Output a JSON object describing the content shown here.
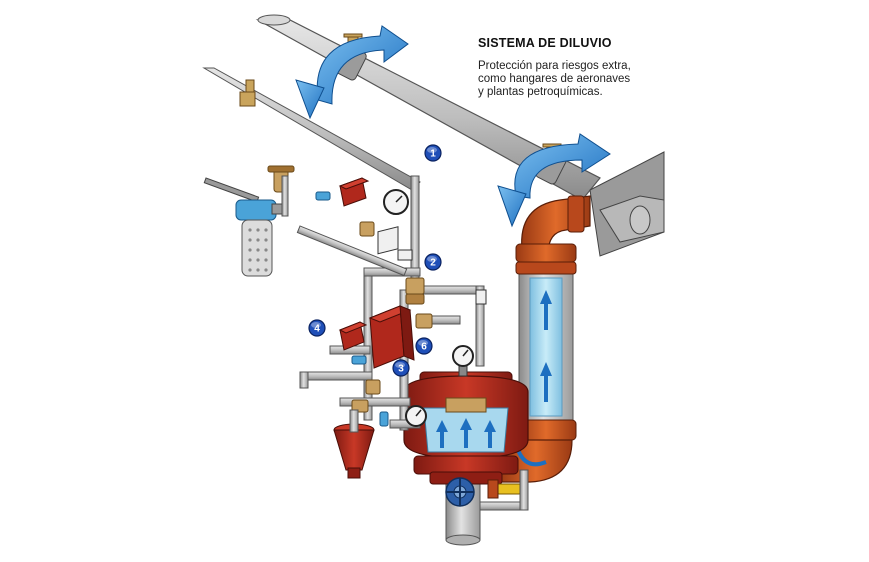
{
  "title": "SISTEMA DE DILUVIO",
  "description": [
    "Protección para riesgos extra,",
    "como hangares de aeronaves",
    "y plantas petroquímicas."
  ],
  "callouts": [
    "1",
    "2",
    "3",
    "4",
    "6"
  ],
  "colors": {
    "pipe": "#c6c6c6",
    "pipe_shadow": "#8e8e8e",
    "valve_red": "#b0281c",
    "fitting_orange": "#c8501e",
    "brass": "#c8a060",
    "arrow_blue": "#2f86d6",
    "badge_blue": "#1f4fb8",
    "water": "#a8d8ee",
    "strainer_blue": "#4aa3d8"
  }
}
